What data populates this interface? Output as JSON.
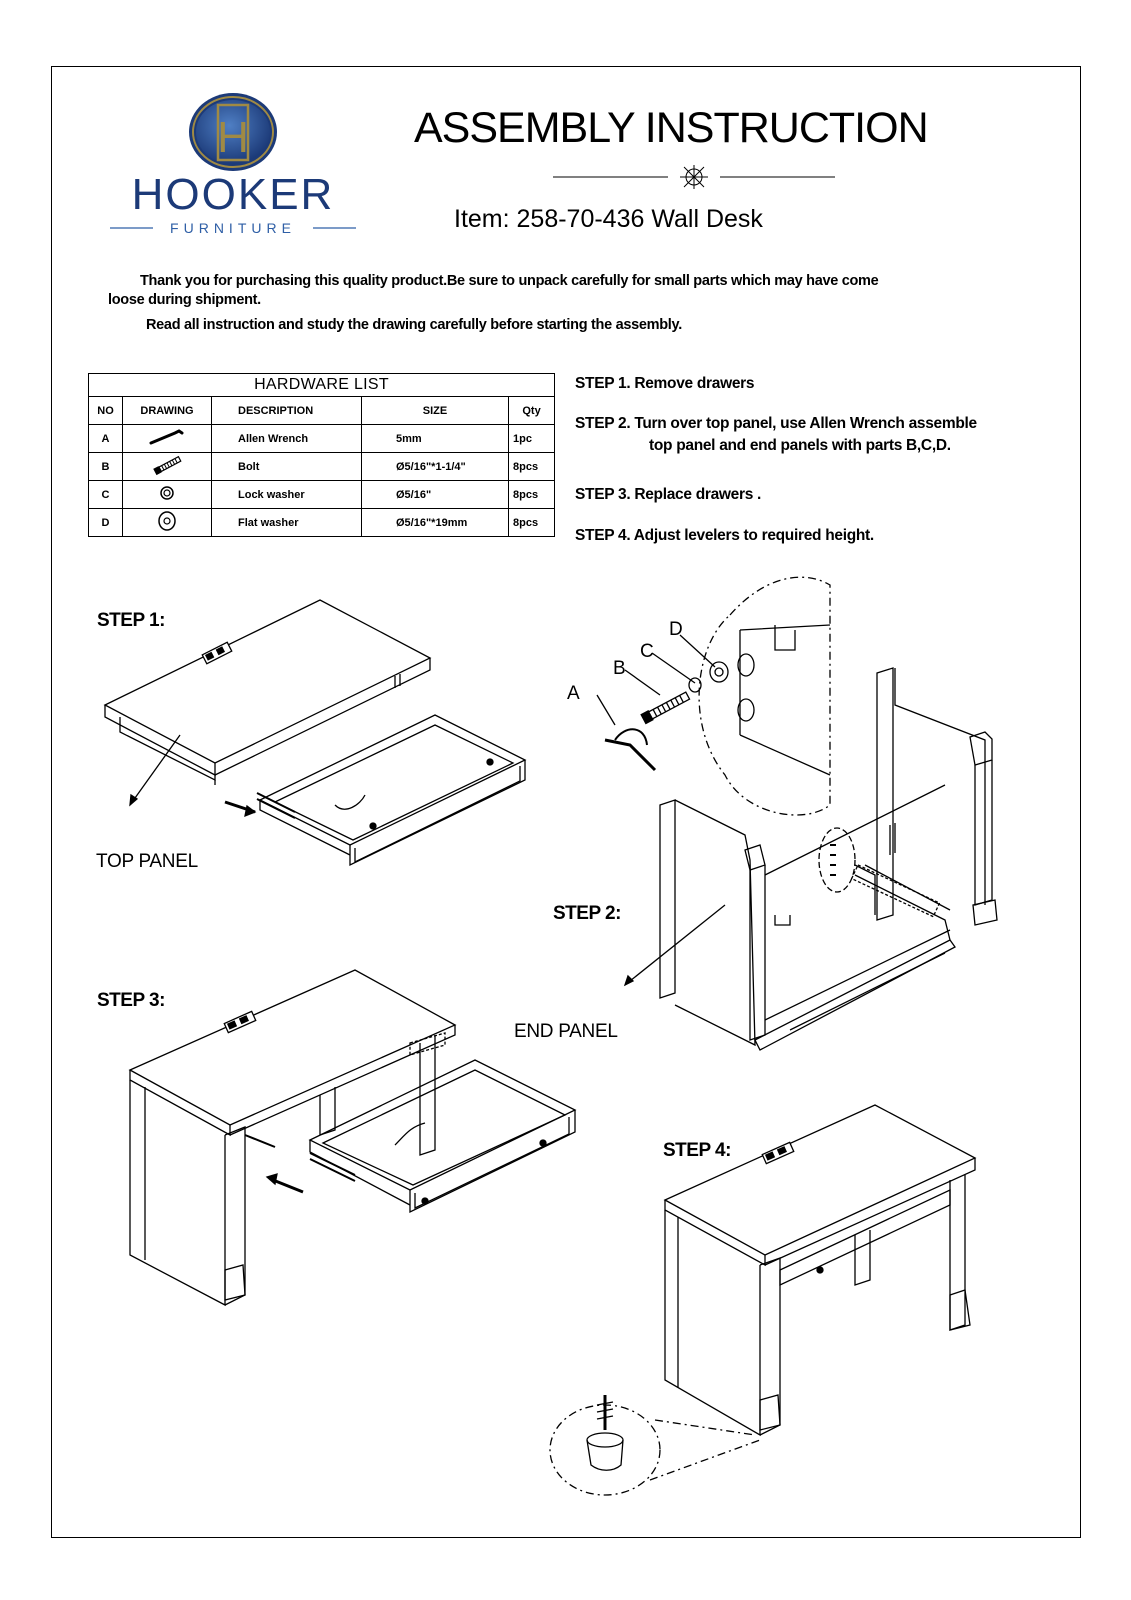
{
  "brand": {
    "monogram": "H",
    "name": "HOOKER",
    "sub": "FURNITURE",
    "colors": {
      "navy": "#1c3a78",
      "gold": "#a08a44",
      "blue": "#2f5fa6"
    }
  },
  "title": "ASSEMBLY INSTRUCTION",
  "item_line": "Item: 258-70-436  Wall Desk",
  "intro": {
    "line1": "Thank you for purchasing this quality product.Be sure to unpack carefully for small parts which may have come",
    "line2": "loose during shipment.",
    "line3": "Read all instruction and study the drawing carefully before starting the assembly."
  },
  "hardware": {
    "caption": "HARDWARE  LIST",
    "headers": {
      "no": "NO",
      "drawing": "DRAWING",
      "description": "DESCRIPTION",
      "size": "SIZE",
      "qty": "Qty"
    },
    "rows": [
      {
        "no": "A",
        "icon": "allen-wrench",
        "description": "Allen Wrench",
        "size": "5mm",
        "qty": "1pc"
      },
      {
        "no": "B",
        "icon": "bolt",
        "description": "Bolt",
        "size": "Ø5/16\"*1-1/4\"",
        "qty": "8pcs"
      },
      {
        "no": "C",
        "icon": "lock-washer",
        "description": "Lock washer",
        "size": "Ø5/16\"",
        "qty": "8pcs"
      },
      {
        "no": "D",
        "icon": "flat-washer",
        "description": "Flat washer",
        "size": "Ø5/16\"*19mm",
        "qty": "8pcs"
      }
    ]
  },
  "steps_text": {
    "s1": "STEP 1. Remove drawers",
    "s2a": "STEP 2. Turn over top panel, use Allen Wrench assemble",
    "s2b": "top panel and end panels with parts B,C,D.",
    "s3": "STEP 3. Replace drawers .",
    "s4": "STEP 4. Adjust levelers to required height."
  },
  "figure_labels": {
    "step1": "STEP 1:",
    "top_panel": "TOP PANEL",
    "step2": "STEP 2:",
    "end_panel": "END PANEL",
    "step3": "STEP 3:",
    "step4": "STEP 4:",
    "part_a": "A",
    "part_b": "B",
    "part_c": "C",
    "part_d": "D"
  }
}
